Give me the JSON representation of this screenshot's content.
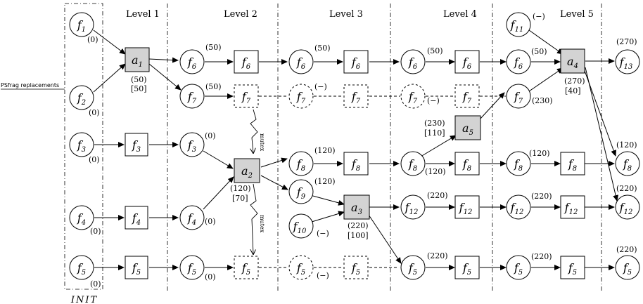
{
  "side_label": "PSfrag replacements",
  "levels": [
    "Level 1",
    "Level 2",
    "Level 3",
    "Level 4",
    "Level 5"
  ],
  "init_label": "INIT",
  "mutex_label": "mutex",
  "facts": {
    "f1": {
      "base": "f",
      "sub": "1"
    },
    "f2": {
      "base": "f",
      "sub": "2"
    },
    "f3": {
      "base": "f",
      "sub": "3"
    },
    "f4": {
      "base": "f",
      "sub": "4"
    },
    "f5": {
      "base": "f",
      "sub": "5"
    },
    "f6": {
      "base": "f",
      "sub": "6"
    },
    "f7": {
      "base": "f",
      "sub": "7"
    },
    "f8": {
      "base": "f",
      "sub": "8"
    },
    "f9": {
      "base": "f",
      "sub": "9"
    },
    "f10": {
      "base": "f",
      "sub": "10"
    },
    "f11": {
      "base": "f",
      "sub": "11"
    },
    "f12": {
      "base": "f",
      "sub": "12"
    },
    "f13": {
      "base": "f",
      "sub": "13"
    }
  },
  "actions": {
    "a1": {
      "base": "a",
      "sub": "1"
    },
    "a2": {
      "base": "a",
      "sub": "2"
    },
    "a3": {
      "base": "a",
      "sub": "3"
    },
    "a4": {
      "base": "a",
      "sub": "4"
    },
    "a5": {
      "base": "a",
      "sub": "5"
    }
  },
  "costs": {
    "c0": "(0)",
    "c50": "(50)",
    "c120": "(120)",
    "c220": "(220)",
    "c230": "(230)",
    "c270": "(270)",
    "cdash": "(−)"
  },
  "brackets": {
    "b50": "[50]",
    "b70": "[70]",
    "b100": "[100]",
    "b110": "[110]",
    "b40": "[40]"
  }
}
